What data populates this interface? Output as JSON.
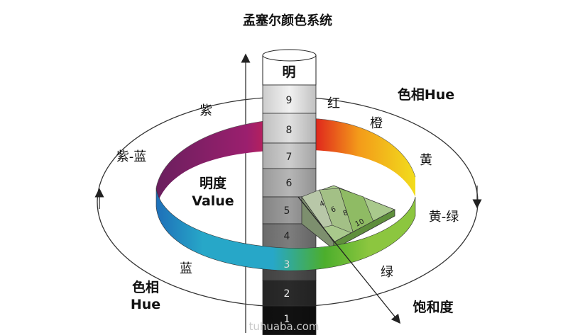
{
  "title": "孟塞尔颜色系统",
  "axis": {
    "value_top": "明",
    "value_label_line1": "明度",
    "value_label_line2": "Value",
    "levels": [
      "9",
      "8",
      "7",
      "6",
      "5",
      "4",
      "3",
      "2",
      "1"
    ],
    "saturation_label": "饱和度",
    "chroma_ticks": [
      "4",
      "6",
      "8",
      "10"
    ]
  },
  "hue_labels": {
    "red": "红",
    "orange": "橙",
    "yellow": "黄",
    "yellow_green": "黄-绿",
    "green": "绿",
    "blue": "蓝",
    "purple_blue": "紫-蓝",
    "purple": "紫"
  },
  "hue_ring_right": "色相Hue",
  "hue_ring_left_line1": "色相",
  "hue_ring_left_line2": "Hue",
  "watermark": "tuhuaba.com",
  "colors": {
    "red": "#e02a1c",
    "orange": "#f39a1a",
    "yellow": "#f2dd1c",
    "yellow_green": "#8cc63f",
    "green": "#4cae2c",
    "cyan": "#27a7c8",
    "blue": "#1e6fb8",
    "violet": "#6a2f8a",
    "purple": "#8b1e6e"
  }
}
